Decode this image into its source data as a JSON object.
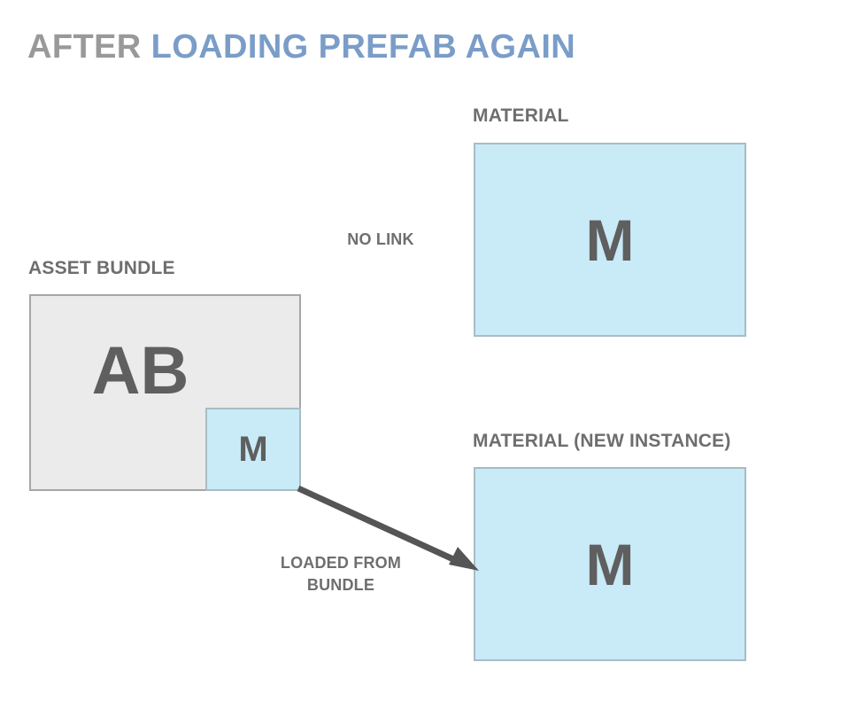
{
  "title": {
    "part_gray": "AFTER ",
    "part_blue": "LOADING PREFAB AGAIN",
    "color_gray": "#999999",
    "color_blue": "#7a9dc8"
  },
  "captions": {
    "asset_bundle": "ASSET BUNDLE",
    "material": "MATERIAL",
    "material_new_instance": "MATERIAL (NEW INSTANCE)"
  },
  "boxes": {
    "asset_bundle": {
      "label": "AB",
      "fill": "#ebebeb",
      "border": "#a6a6a6"
    },
    "bundled_material": {
      "label": "M",
      "fill": "#c9eaf7",
      "border": "#a8bcc4"
    },
    "material": {
      "label": "M",
      "fill": "#c9eaf7",
      "border": "#a8bcc4"
    },
    "material_new_instance": {
      "label": "M",
      "fill": "#c9eaf7",
      "border": "#a8bcc4"
    }
  },
  "edges": {
    "no_link": "NO LINK",
    "loaded_from_bundle": "LOADED FROM\nBUNDLE",
    "arrow_color": "#555555"
  }
}
